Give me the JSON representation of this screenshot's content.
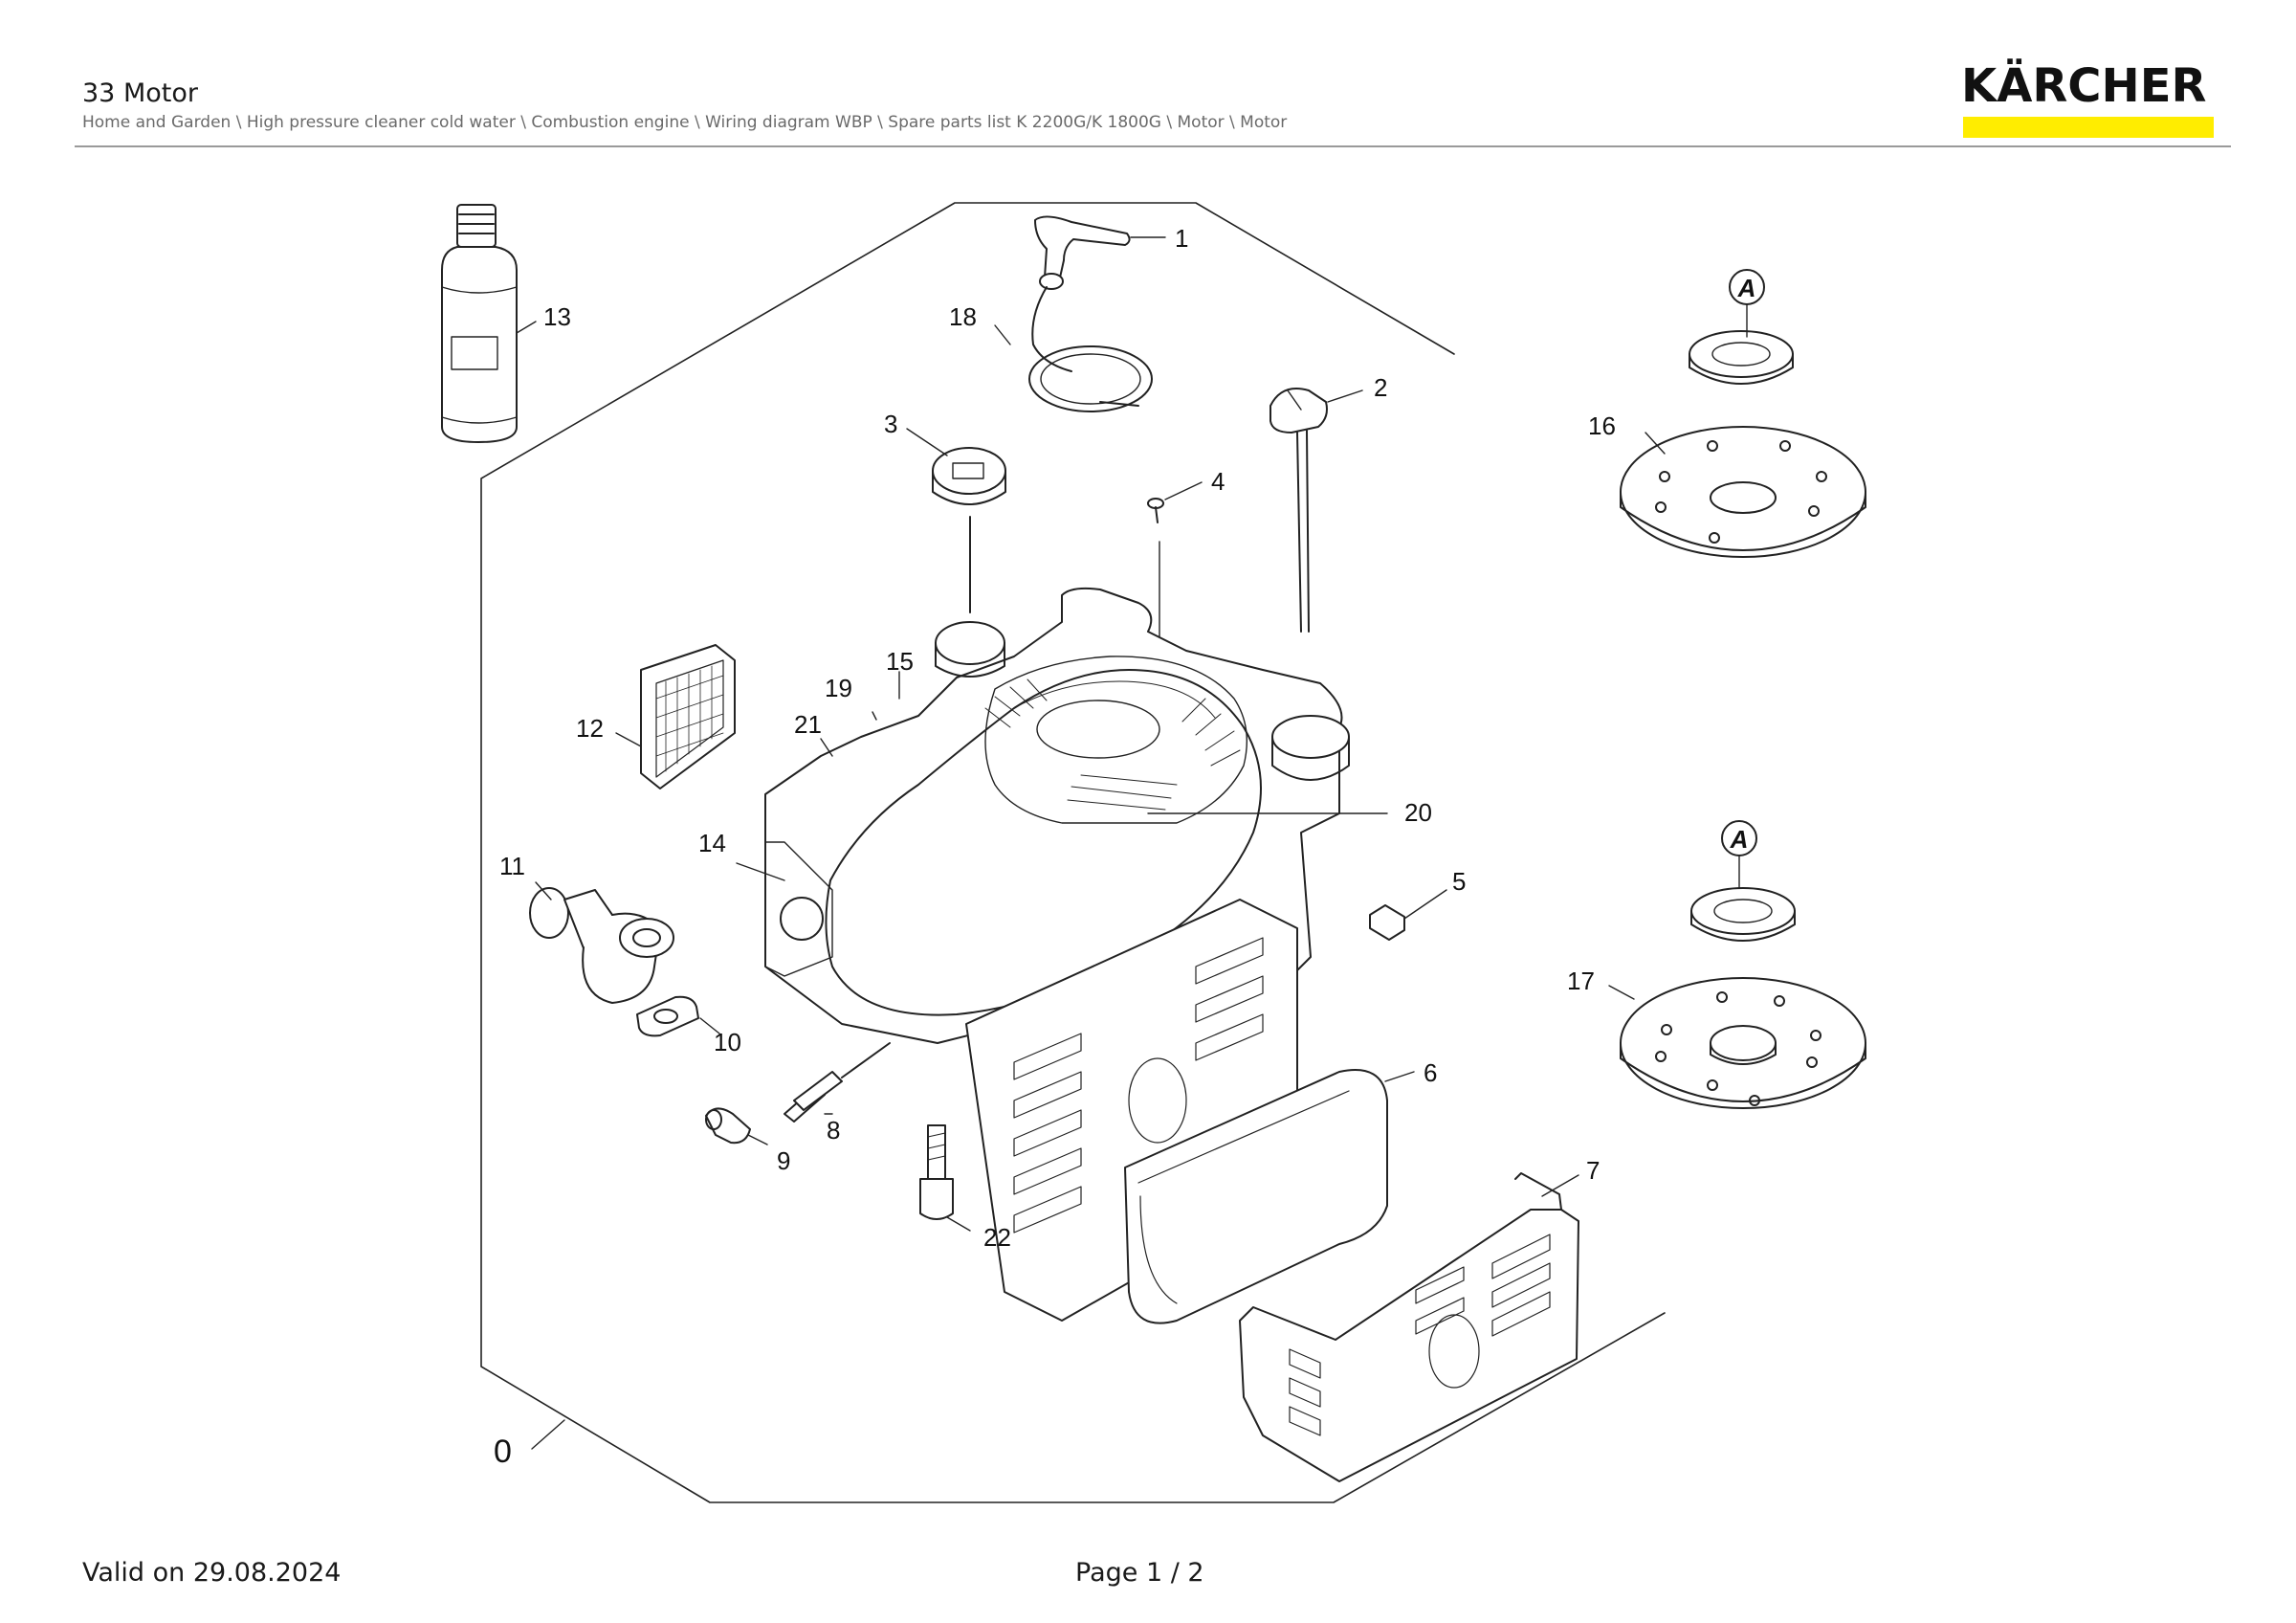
{
  "header": {
    "title": "33 Motor",
    "breadcrumb": "Home and Garden \\ High pressure cleaner cold water \\ Combustion engine \\ Wiring diagram WBP \\ Spare parts list K 2200G/K 1800G \\ Motor \\ Motor",
    "logo_text": "KÄRCHER",
    "logo_accent": "#ffed00"
  },
  "diagram": {
    "callouts": [
      "0",
      "1",
      "2",
      "3",
      "4",
      "5",
      "6",
      "7",
      "8",
      "9",
      "10",
      "11",
      "12",
      "13",
      "14",
      "15",
      "16",
      "17",
      "18",
      "19",
      "20",
      "21",
      "22"
    ],
    "detail_markers": [
      "A",
      "A"
    ]
  },
  "footer": {
    "valid": "Valid on 29.08.2024",
    "page": "Page 1 / 2"
  }
}
